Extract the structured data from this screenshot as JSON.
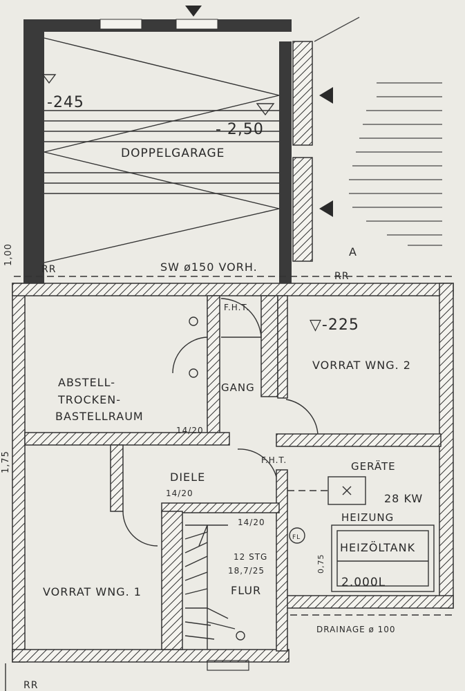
{
  "labels": {
    "garage": "DOPPELGARAGE",
    "level_garage_left": "-245",
    "level_garage_right": "- 2,50",
    "pipe": "SW ø150 VORH.",
    "rr_left": "RR",
    "rr_right": "RR",
    "rr_bottom": "RR",
    "fht_top": "F.H.T.",
    "fht_mid": "F.H.T.",
    "level_vorrat2": "▽-225",
    "vorrat2": "VORRAT WNG. 2",
    "abstell_1": "ABSTELL-",
    "abstell_2": "TROCKEN-",
    "abstell_3": "BASTELLRAUM",
    "gang": "GANG",
    "door_abstell": "14/20",
    "geraete": "GERÄTE",
    "diele": "DIELE",
    "door_diele": "14/20",
    "door_flur": "14/20",
    "power": "28 KW",
    "heizung": "HEIZUNG",
    "heizoeltank": "HEIZÖLTANK",
    "tank_volume": "2.000L",
    "fl": "FL",
    "dim_tank": "0,75",
    "stairs_1": "12 STG",
    "stairs_2": "18,7/25",
    "flur": "FLUR",
    "vorrat1": "VORRAT WNG. 1",
    "drainage": "DRAINAGE ø 100",
    "section": "A",
    "dim_left": "1,00",
    "dim_left2": "1,75"
  },
  "colors": {
    "paper": "#ecebe5",
    "ink": "#2a2a2a",
    "wall": "#3a3a3a"
  }
}
